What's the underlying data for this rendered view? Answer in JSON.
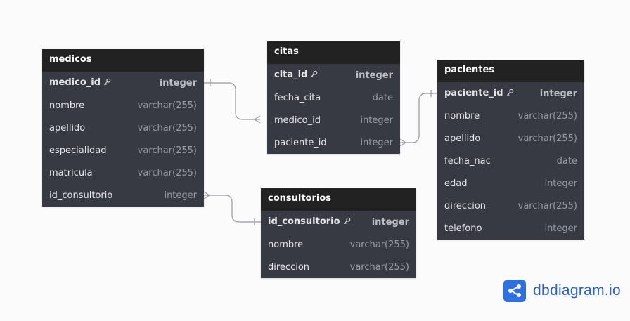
{
  "tables": {
    "medicos": {
      "title": "medicos",
      "fields": [
        {
          "name": "medico_id",
          "type": "integer",
          "pk": true
        },
        {
          "name": "nombre",
          "type": "varchar(255)"
        },
        {
          "name": "apellido",
          "type": "varchar(255)"
        },
        {
          "name": "especialidad",
          "type": "varchar(255)"
        },
        {
          "name": "matricula",
          "type": "varchar(255)"
        },
        {
          "name": "id_consultorio",
          "type": "integer"
        }
      ]
    },
    "citas": {
      "title": "citas",
      "fields": [
        {
          "name": "cita_id",
          "type": "integer",
          "pk": true
        },
        {
          "name": "fecha_cita",
          "type": "date"
        },
        {
          "name": "medico_id",
          "type": "integer"
        },
        {
          "name": "paciente_id",
          "type": "integer"
        }
      ]
    },
    "pacientes": {
      "title": "pacientes",
      "fields": [
        {
          "name": "paciente_id",
          "type": "integer",
          "pk": true
        },
        {
          "name": "nombre",
          "type": "varchar(255)"
        },
        {
          "name": "apellido",
          "type": "varchar(255)"
        },
        {
          "name": "fecha_nac",
          "type": "date"
        },
        {
          "name": "edad",
          "type": "integer"
        },
        {
          "name": "direccion",
          "type": "varchar(255)"
        },
        {
          "name": "telefono",
          "type": "integer"
        }
      ]
    },
    "consultorios": {
      "title": "consultorios",
      "fields": [
        {
          "name": "id_consultorio",
          "type": "integer",
          "pk": true
        },
        {
          "name": "nombre",
          "type": "varchar(255)"
        },
        {
          "name": "direccion",
          "type": "varchar(255)"
        }
      ]
    }
  },
  "brand": {
    "name": "dbdiagram.io",
    "logo_icon": "share-nodes-icon"
  },
  "colors": {
    "header_bg": "#222222",
    "body_bg": "#383a43",
    "canvas_bg": "#fbfbfc",
    "brand": "#2f6fe0"
  }
}
